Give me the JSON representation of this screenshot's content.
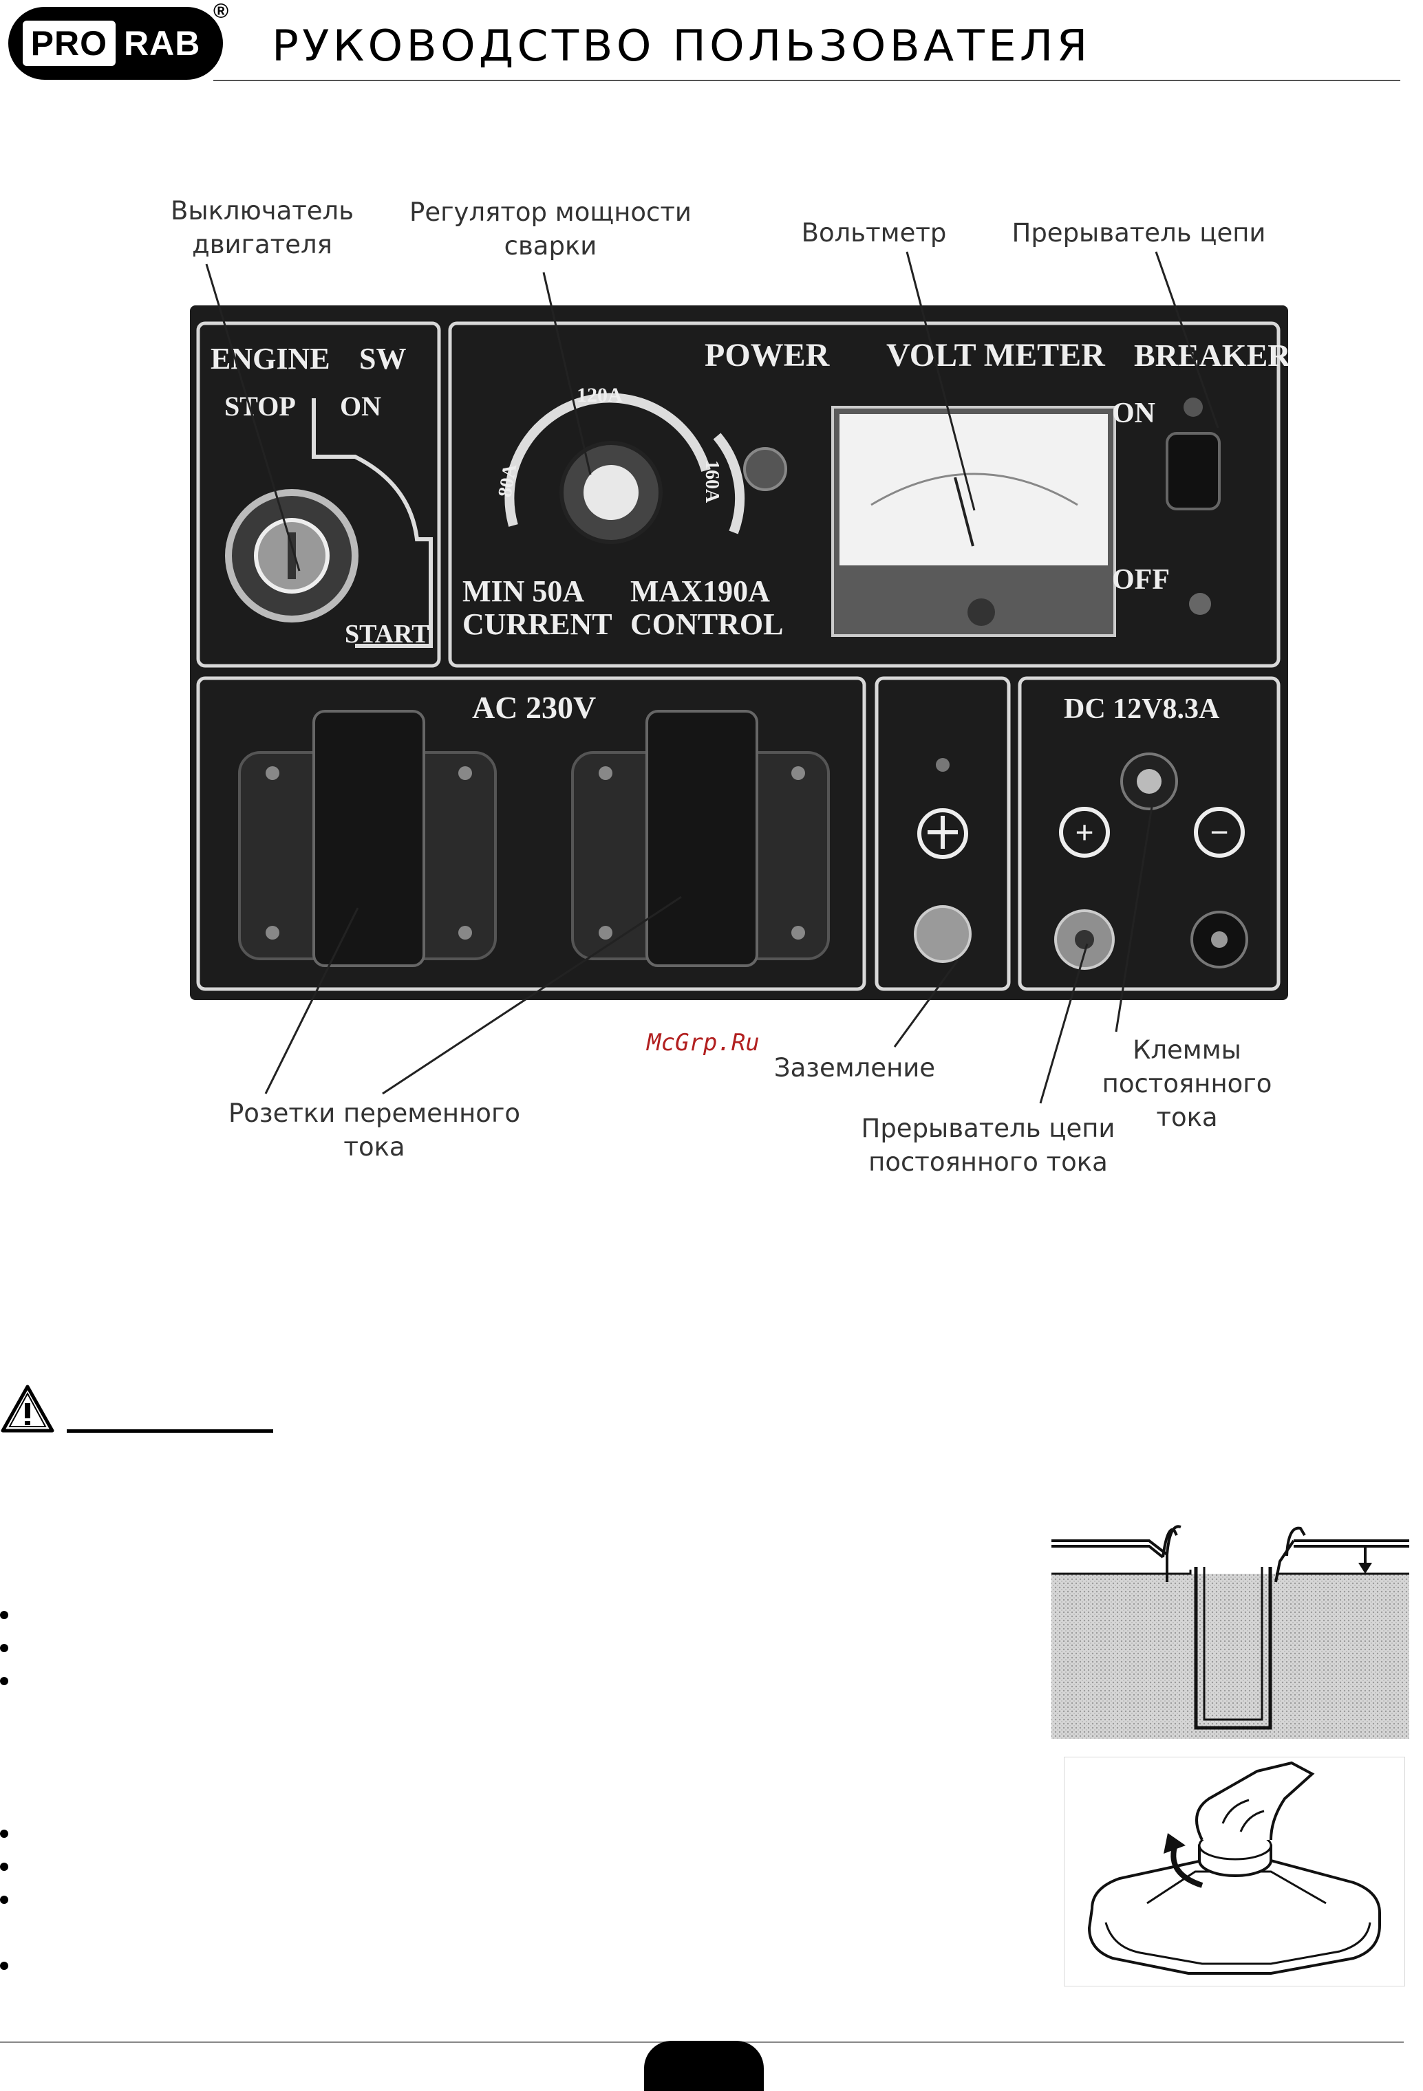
{
  "header": {
    "logo_pro": "PRO",
    "logo_rab": "RAB",
    "registered": "®",
    "title": "РУКОВОДСТВО ПОЛЬЗОВАТЕЛЯ"
  },
  "callouts": {
    "engine_switch": "Выключатель\nдвигателя",
    "welding_regulator": "Регулятор мощности\nсварки",
    "voltmeter": "Вольтметр",
    "breaker": "Прерыватель цепи",
    "ac_sockets": "Розетки переменного тока",
    "grounding": "Заземление",
    "dc_breaker": "Прерыватель цепи\nпостоянного тока",
    "dc_terminals": "Клеммы\nпостоянного\nтока"
  },
  "panel": {
    "engine": "ENGINE",
    "sw": "SW",
    "stop": "STOP",
    "on": "ON",
    "start": "START",
    "power": "POWER",
    "volt_meter": "VOLT METER",
    "breaker": "BREAKER",
    "breaker_on": "ON",
    "breaker_off": "OFF",
    "dial_120a": "120A",
    "dial_80a": "80A",
    "dial_160a": "160A",
    "min_current": "MIN 50A",
    "current": "CURRENT",
    "max_control": "MAX190A",
    "control": "CONTROL",
    "ac": "AC 230V",
    "dc": "DC 12V8.3A",
    "plus": "+",
    "minus": "−"
  },
  "watermark": "McGrp.Ru",
  "footer": {
    "page_number": ""
  }
}
